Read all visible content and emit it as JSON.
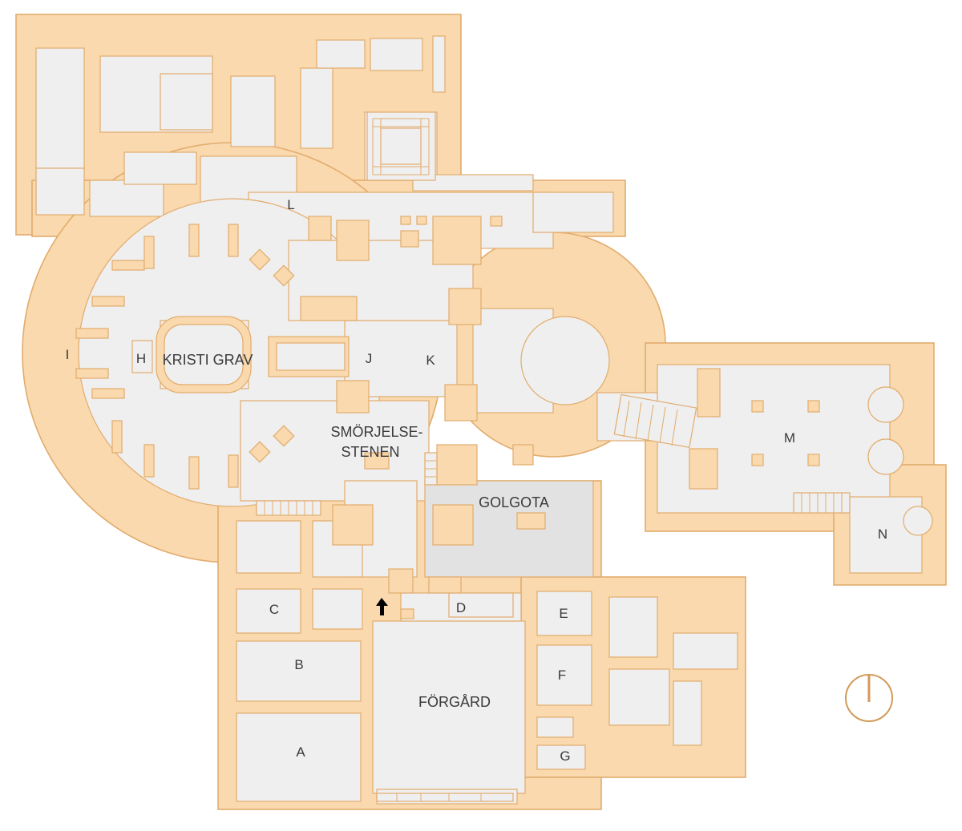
{
  "labels": {
    "kristi_grav": "KRISTI GRAV",
    "smorjelse_1": "SMÖRJELSE-",
    "smorjelse_2": "STENEN",
    "golgota": "GOLGOTA",
    "forgard": "FÖRGÅRD",
    "a": "A",
    "b": "B",
    "c": "C",
    "d": "D",
    "e": "E",
    "f": "F",
    "g": "G",
    "h": "H",
    "i": "I",
    "j": "J",
    "k": "K",
    "l": "L",
    "m": "M",
    "n": "N"
  },
  "colors": {
    "wall_fill": "#f9d9ad",
    "wall_stroke": "#e2ac6d",
    "room_fill": "#efefef",
    "golgota_fill": "#e2e2e2",
    "compass": "#d39a58",
    "label_text": "#3a3a3a"
  },
  "icons": {
    "entrance_marker": "arrow-up-icon",
    "north_indicator": "compass-north-icon"
  }
}
